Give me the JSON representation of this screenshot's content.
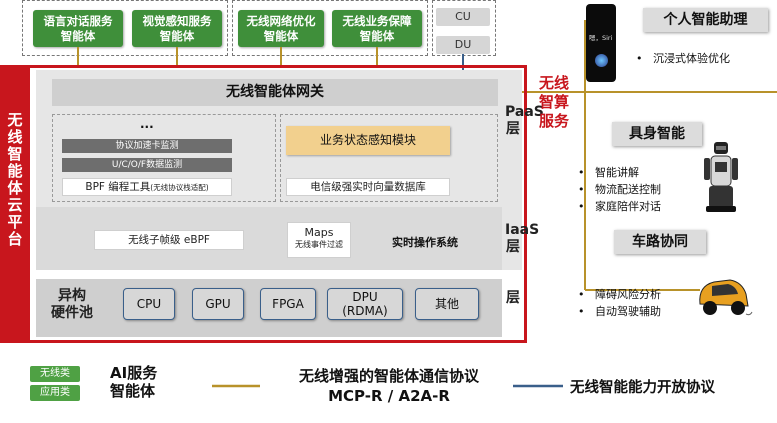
{
  "top_agents": {
    "language": "语言对话服务\n智能体",
    "vision": "视觉感知服务\n智能体",
    "network": "无线网络优化\n智能体",
    "service": "无线业务保障\n智能体",
    "cu": "CU",
    "du": "DU"
  },
  "platform": {
    "side_label": "无线智能体云平台",
    "gateway": "无线智能体网关",
    "paas": "PaaS层",
    "iaas": "IaaS层",
    "ellipsis": "...",
    "monitor_accel": "协议加速卡监测",
    "monitor_ucof": "U/C/O/F数据监测",
    "bpf_tool": "BPF 编程工具",
    "bpf_tool_note": "(无线协议栈适配)",
    "state_module": "业务状态感知模块",
    "telecom_db": "电信级强实时向量数据库",
    "ebpf": "无线子帧级 eBPF",
    "maps": "Maps",
    "maps_sub": "无线事件过滤",
    "rtos": "实时操作系统"
  },
  "hardware": {
    "label": "异构\n硬件池",
    "chips": [
      "CPU",
      "GPU",
      "FPGA",
      "DPU\n(RDMA)",
      "其他"
    ]
  },
  "compute_service": "无线\n智算\n服务",
  "right_panel": {
    "phone_text": "嗯，Siri",
    "personal": {
      "title": "个人智能助理",
      "bullets": [
        "沉浸式体验优化"
      ]
    },
    "embodied": {
      "title": "具身智能",
      "bullets": [
        "智能讲解",
        "物流配送控制",
        "家庭陪伴对话"
      ]
    },
    "vehicle": {
      "title": "车路协同",
      "bullets": [
        "障碍风险分析",
        "自动驾驶辅助"
      ]
    }
  },
  "legend": {
    "wireless_pill": "无线类",
    "app_pill": "应用类",
    "ai_label": "AI服务\n智能体",
    "protocol_line1": "无线增强的智能体通信协议",
    "protocol_line2": "MCP-R  / A2A-R",
    "open_protocol": "无线智能能力开放协议"
  },
  "colors": {
    "red": "#c8161d",
    "green": "#3f8f3a",
    "gold_line": "#b8922a",
    "blue_line": "#3a5f8a",
    "orange_module": "#f2d08e"
  },
  "icons": [
    "phone-assistant-icon",
    "robot-icon",
    "car-icon"
  ]
}
